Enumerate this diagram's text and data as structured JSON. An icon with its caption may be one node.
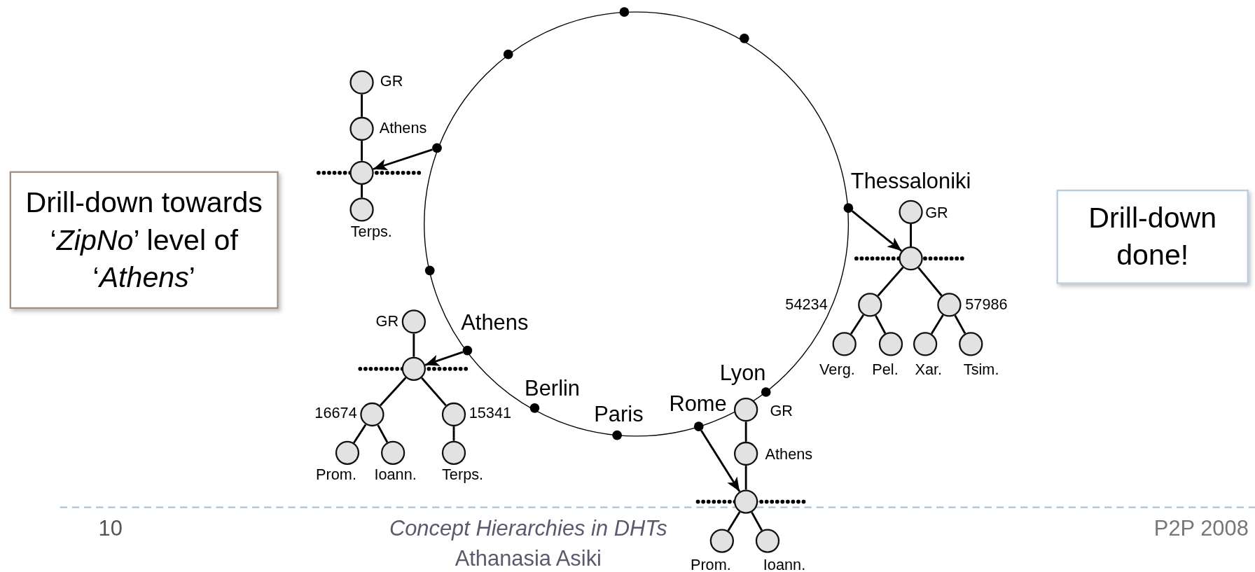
{
  "diagram": {
    "nodes": [
      {
        "text": [],
        "shape": "circle"
      },
      {
        "text": [],
        "shape": "circle"
      },
      {
        "text": [],
        "shape": "circle"
      },
      {
        "text": [],
        "shape": "circle",
        "beside": [
          "GR"
        ]
      },
      {
        "text": [],
        "shape": "circle",
        "beside": [
          "Athens"
        ]
      },
      {
        "text": [],
        "shape": "circle"
      },
      {
        "text": [],
        "shape": "circle"
      },
      {
        "text": [],
        "shape": "circle",
        "beside": [
          "Terps."
        ]
      },
      {
        "text": [
          "Drill-down towards ‘*ZipNo*’ level of ‘*Athens*’"
        ]
      },
      {
        "text": [],
        "shape": "circle",
        "beside": [
          "Thessaloniki"
        ]
      },
      {
        "text": [],
        "shape": "circle",
        "beside": [
          "GR"
        ]
      },
      {
        "text": [],
        "shape": "circle"
      },
      {
        "text": [
          "Drill-down done!"
        ]
      },
      {
        "text": [],
        "shape": "circle"
      },
      {
        "text": [],
        "shape": "circle",
        "beside": [
          "54234"
        ]
      },
      {
        "text": [],
        "shape": "circle",
        "beside": [
          "57986"
        ]
      },
      {
        "text": [],
        "shape": "circle",
        "beside": [
          "GR"
        ]
      },
      {
        "text": [],
        "shape": "circle",
        "beside": [
          "Verg."
        ]
      },
      {
        "text": [],
        "shape": "circle",
        "beside": [
          "Pel."
        ]
      },
      {
        "text": [],
        "shape": "circle",
        "beside": [
          "Xar."
        ]
      },
      {
        "text": [],
        "shape": "circle",
        "beside": [
          "Tsim."
        ]
      },
      {
        "text": [],
        "shape": "circle",
        "beside": [
          "Athens"
        ]
      },
      {
        "text": [],
        "shape": "circle"
      },
      {
        "text": [],
        "shape": "circle",
        "beside": [
          "Lyon"
        ]
      },
      {
        "text": [],
        "shape": "circle",
        "beside": [
          "Berlin"
        ]
      },
      {
        "text": [],
        "shape": "circle",
        "beside": [
          "Rome"
        ]
      },
      {
        "text": [],
        "shape": "circle",
        "beside": [
          "Paris"
        ]
      },
      {
        "text": [],
        "shape": "circle",
        "beside": [
          "16674"
        ]
      },
      {
        "text": [],
        "shape": "circle",
        "beside": [
          "15341"
        ]
      },
      {
        "text": [],
        "shape": "circle",
        "beside": [
          "GR"
        ]
      },
      {
        "text": [],
        "shape": "circle",
        "beside": [
          "Prom."
        ]
      },
      {
        "text": [],
        "shape": "circle",
        "beside": [
          "Ioann."
        ]
      },
      {
        "text": [],
        "shape": "circle",
        "beside": [
          "Terps."
        ]
      },
      {
        "text": [],
        "shape": "circle",
        "beside": [
          "Athens"
        ]
      },
      {
        "text": [],
        "shape": "circle"
      },
      {
        "text": [],
        "shape": "circle",
        "beside": [
          "Prom."
        ]
      },
      {
        "text": [],
        "shape": "circle",
        "beside": [
          "Ioann."
        ]
      }
    ],
    "edges": [
      {
        "from": 3,
        "to": 4,
        "arrow": "none"
      },
      {
        "from": 4,
        "to": 6,
        "arrow": "none"
      },
      {
        "from": 6,
        "to": 7,
        "arrow": "none"
      },
      {
        "from": 5,
        "to": 6,
        "arrow": "to"
      },
      {
        "from": 10,
        "to": 11,
        "arrow": "none"
      },
      {
        "from": 11,
        "to": 14,
        "arrow": "none"
      },
      {
        "from": 11,
        "to": 15,
        "arrow": "none"
      },
      {
        "from": 14,
        "to": 17,
        "arrow": "none"
      },
      {
        "from": 14,
        "to": 18,
        "arrow": "none"
      },
      {
        "from": 15,
        "to": 19,
        "arrow": "none"
      },
      {
        "from": 15,
        "to": 20,
        "arrow": "none"
      },
      {
        "from": 9,
        "to": 11,
        "arrow": "to"
      },
      {
        "from": 16,
        "to": 22,
        "arrow": "none"
      },
      {
        "from": 22,
        "to": 27,
        "arrow": "none"
      },
      {
        "from": 22,
        "to": 28,
        "arrow": "none"
      },
      {
        "from": 27,
        "to": 30,
        "arrow": "none"
      },
      {
        "from": 27,
        "to": 31,
        "arrow": "none"
      },
      {
        "from": 28,
        "to": 32,
        "arrow": "none"
      },
      {
        "from": 21,
        "to": 22,
        "arrow": "to"
      },
      {
        "from": 29,
        "to": 33,
        "arrow": "none"
      },
      {
        "from": 33,
        "to": 34,
        "arrow": "none"
      },
      {
        "from": 34,
        "to": 35,
        "arrow": "none"
      },
      {
        "from": 34,
        "to": 36,
        "arrow": "none"
      },
      {
        "from": 25,
        "to": 34,
        "arrow": "to"
      }
    ],
    "labels": [
      "10",
      "Concept Hierarchies in DHTs",
      "Athanasia Asiki",
      "P2P 2008"
    ]
  }
}
